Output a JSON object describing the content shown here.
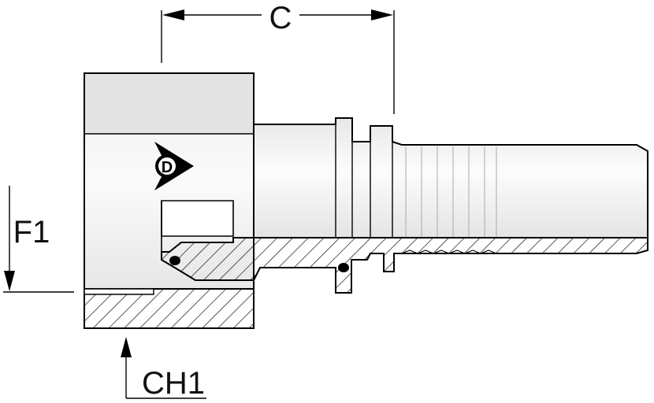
{
  "labels": {
    "top_dimension": "C",
    "left_dimension": "F1",
    "bottom_dimension": "CH1"
  },
  "logo": {
    "icon": "dunlop-d-logo-icon",
    "letter": "D"
  },
  "colors": {
    "line": "#000000",
    "body_light": "#f4f4f4",
    "body_shade": "#e2e2e2",
    "section_fill": "#ffffff"
  }
}
